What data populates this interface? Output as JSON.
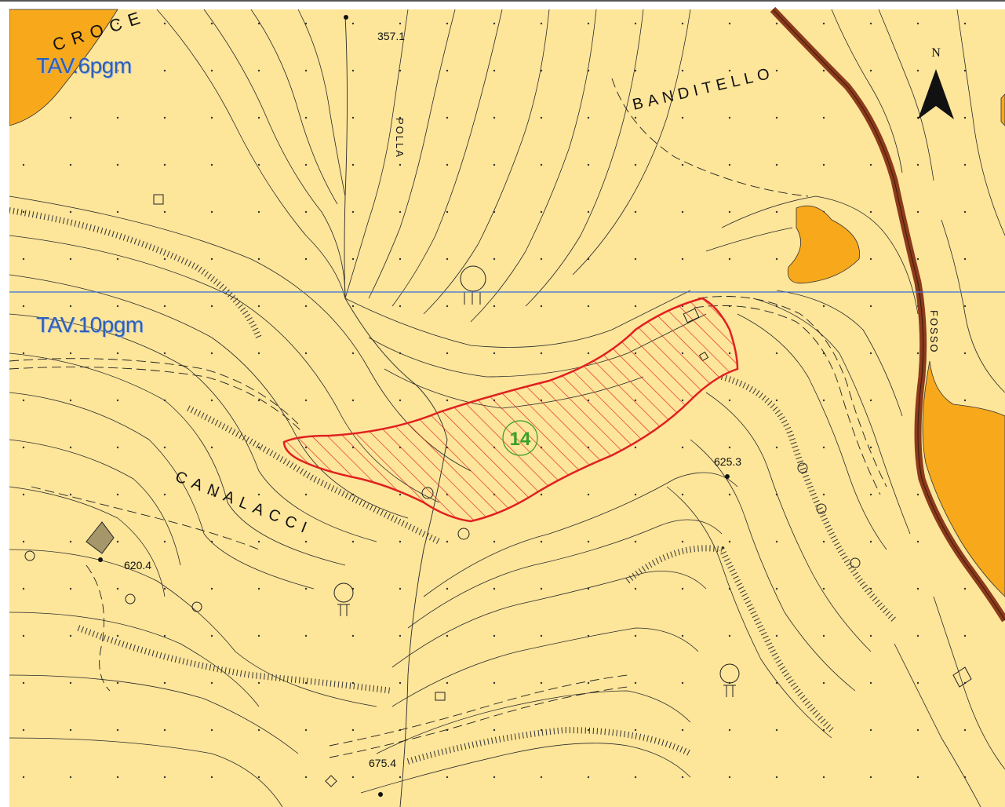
{
  "sheets": {
    "upper": "TAV.6pgm",
    "lower": "TAV.10pgm"
  },
  "place_names": {
    "croce": "CROCE",
    "banditello": "BANDITELLO",
    "polla": "POLLA",
    "canalacci": "CANALACCI",
    "fosso": "FOSSO"
  },
  "elevations": {
    "e1": "357.1",
    "e2": "625.3",
    "e3": "620.4",
    "e4": "675.4"
  },
  "zone_number": "14",
  "north_label": "N",
  "colors": {
    "base": "#fde59a",
    "orange": "#f7a81b",
    "river": "#8b3a1c",
    "zone": "#e02020",
    "zone_label": "#3aa02a",
    "sheet_line": "#3a6fd8"
  }
}
